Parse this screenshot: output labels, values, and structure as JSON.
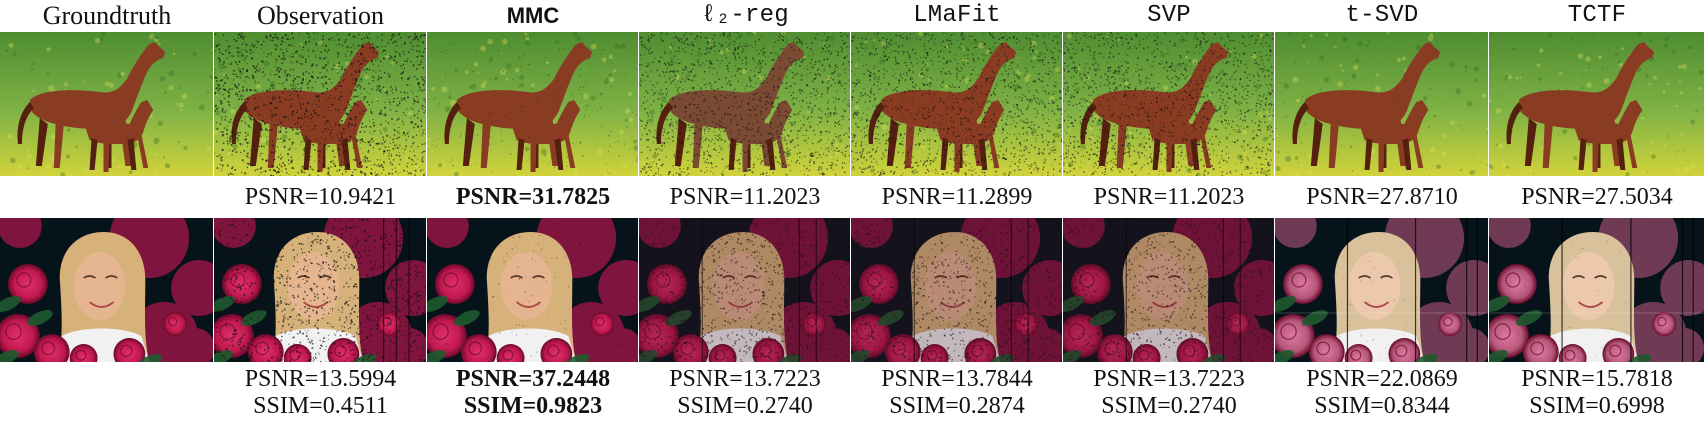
{
  "figure": {
    "headers": [
      {
        "label": "Groundtruth",
        "style": "serif"
      },
      {
        "label": "Observation",
        "style": "serif"
      },
      {
        "label": "MMC",
        "style": "sans-bold"
      },
      {
        "label": "ℓ₂-reg",
        "style": "mono"
      },
      {
        "label": "LMaFit",
        "style": "mono"
      },
      {
        "label": "SVP",
        "style": "mono"
      },
      {
        "label": "t-SVD",
        "style": "mono"
      },
      {
        "label": "TCTF",
        "style": "mono"
      }
    ],
    "rows": [
      {
        "images": [
          {
            "scene": "horse",
            "variant": "groundtruth"
          },
          {
            "scene": "horse",
            "variant": "observation"
          },
          {
            "scene": "horse",
            "variant": "mmc"
          },
          {
            "scene": "horse",
            "variant": "l2reg"
          },
          {
            "scene": "horse",
            "variant": "lmafit"
          },
          {
            "scene": "horse",
            "variant": "svp"
          },
          {
            "scene": "horse",
            "variant": "tsvd"
          },
          {
            "scene": "horse",
            "variant": "tctf"
          }
        ],
        "metrics": [
          {
            "lines": []
          },
          {
            "lines": [
              "PSNR=10.9421"
            ]
          },
          {
            "lines": [
              "PSNR=31.7825"
            ],
            "bold": true
          },
          {
            "lines": [
              "PSNR=11.2023"
            ]
          },
          {
            "lines": [
              "PSNR=11.2899"
            ]
          },
          {
            "lines": [
              "PSNR=11.2023"
            ]
          },
          {
            "lines": [
              "PSNR=27.8710"
            ]
          },
          {
            "lines": [
              "PSNR=27.5034"
            ]
          }
        ]
      },
      {
        "images": [
          {
            "scene": "girl",
            "variant": "groundtruth"
          },
          {
            "scene": "girl",
            "variant": "observation"
          },
          {
            "scene": "girl",
            "variant": "mmc"
          },
          {
            "scene": "girl",
            "variant": "l2reg"
          },
          {
            "scene": "girl",
            "variant": "lmafit"
          },
          {
            "scene": "girl",
            "variant": "svp"
          },
          {
            "scene": "girl",
            "variant": "tsvd"
          },
          {
            "scene": "girl",
            "variant": "tctf"
          }
        ],
        "metrics": [
          {
            "lines": []
          },
          {
            "lines": [
              "PSNR=13.5994",
              "SSIM=0.4511"
            ]
          },
          {
            "lines": [
              "PSNR=37.2448",
              "SSIM=0.9823"
            ],
            "bold": true
          },
          {
            "lines": [
              "PSNR=13.7223",
              "SSIM=0.2740"
            ]
          },
          {
            "lines": [
              "PSNR=13.7844",
              "SSIM=0.2874"
            ]
          },
          {
            "lines": [
              "PSNR=13.7223",
              "SSIM=0.2740"
            ]
          },
          {
            "lines": [
              "PSNR=22.0869",
              "SSIM=0.8344"
            ]
          },
          {
            "lines": [
              "PSNR=15.7818",
              "SSIM=0.6998"
            ]
          }
        ]
      }
    ],
    "colors": {
      "grass_top": "#4f8d32",
      "grass_mid": "#7fb245",
      "grass_bottom": "#d1d33b",
      "horse": "#8a3c23",
      "horse_dark": "#55200f",
      "night": "#07131a",
      "rose": "#c0184f",
      "rose_dark": "#6a0a2a",
      "skin": "#e4b58f",
      "hair": "#d6b27a",
      "shirt": "#f1f1f1",
      "noise": "#111111"
    }
  }
}
